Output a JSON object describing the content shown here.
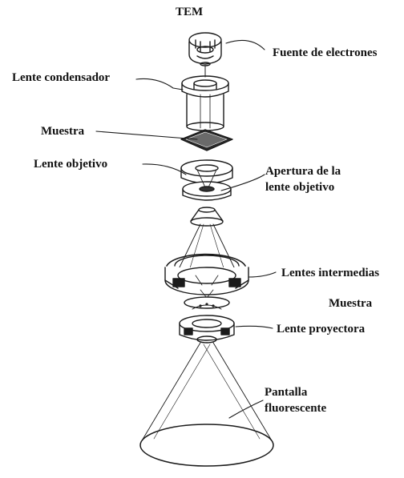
{
  "diagram": {
    "title": "TEM",
    "labels": {
      "electron_source": "Fuente de electrones",
      "condenser_lens": "Lente condensador",
      "specimen_top": "Muestra",
      "objective_lens": "Lente objetivo",
      "objective_aperture_line1": "Apertura de la",
      "objective_aperture_line2": "lente objetivo",
      "intermediate_lenses": "Lentes intermedias",
      "specimen_bottom": "Muestra",
      "projector_lens": "Lente proyectora",
      "screen_line1": "Pantalla",
      "screen_line2": "fluorescente"
    }
  }
}
